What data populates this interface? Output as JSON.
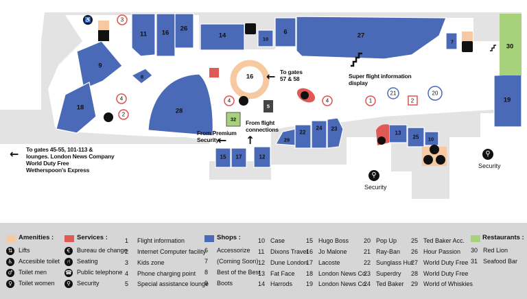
{
  "colors": {
    "shop": "#4a6ab8",
    "shop_edge": "#5a78c0",
    "floor": "#ffffff",
    "concourse_bg": "#e3e3e3",
    "amenity": "#f6c9a0",
    "service": "#e05a55",
    "restaurant": "#a7d17a",
    "legend_bg": "#d6d6d6",
    "circle_service_ring": "#e0504c",
    "circle_shop_ring": "#4a6ab8"
  },
  "map": {
    "shop_units": [
      "11",
      "16",
      "26",
      "14",
      "10",
      "6",
      "27",
      "9",
      "8",
      "18",
      "28",
      "16",
      "7",
      "19",
      "13",
      "25",
      "10",
      "29",
      "22",
      "24",
      "23",
      "15",
      "17",
      "12"
    ],
    "restaurant_units": [
      "30"
    ],
    "amenity_units": [
      "32"
    ],
    "special_unit": "5",
    "service_circles": [
      "3",
      "4",
      "4",
      "4",
      "1",
      "2",
      "2"
    ],
    "shop_circles": [
      "21",
      "20"
    ],
    "central_plaza_label": "16"
  },
  "annotations": {
    "gates_57_58": [
      "To gates",
      "57 & 58"
    ],
    "flight_info_display": [
      "Super flight information",
      "display"
    ],
    "from_premium": [
      "From Premium",
      "Security"
    ],
    "from_connections": [
      "From flight",
      "connections"
    ],
    "gates_west": [
      "To gates 45-55, 101-113 &",
      "lounges. London News Company",
      "World Duty Free",
      "Wetherspoon's Express"
    ],
    "security_1": "Security",
    "security_2": "Security"
  },
  "legend": {
    "amenities": {
      "heading": "Amenities :",
      "items": [
        "Lifts",
        "Accesible toilet",
        "Toilet men",
        "Toilet women"
      ],
      "icons": [
        "lifts-icon",
        "accessible-toilet-icon",
        "toilet-men-icon",
        "toilet-women-icon"
      ]
    },
    "services": {
      "heading": "Services :",
      "items": [
        "Bureau de change",
        "Seating",
        "Public telephone",
        "Security"
      ],
      "icons": [
        "bureau-de-change-icon",
        "seating-icon",
        "public-telephone-icon",
        "security-icon"
      ]
    },
    "services_numbered": [
      {
        "num": "1",
        "label": "Flight information"
      },
      {
        "num": "2",
        "label": "Internet Computer facility"
      },
      {
        "num": "3",
        "label": "Kids zone"
      },
      {
        "num": "4",
        "label": "Phone charging point"
      },
      {
        "num": "5",
        "label": "Special assistance lounge"
      }
    ],
    "shops": {
      "heading": "Shops :",
      "col1": [
        {
          "num": "6",
          "label": "Accessorize"
        },
        {
          "num": "7",
          "label": "(Coming Soon)"
        },
        {
          "num": "8",
          "label": "Best of the Best"
        },
        {
          "num": "9",
          "label": "Boots"
        }
      ],
      "col2": [
        {
          "num": "10",
          "label": "Case"
        },
        {
          "num": "11",
          "label": "Dixons Travel"
        },
        {
          "num": "12",
          "label": "Dune London"
        },
        {
          "num": "13",
          "label": "Fat Face"
        },
        {
          "num": "14",
          "label": "Harrods"
        }
      ],
      "col3": [
        {
          "num": "15",
          "label": "Hugo Boss"
        },
        {
          "num": "16",
          "label": "Jo Malone"
        },
        {
          "num": "17",
          "label": "Lacoste"
        },
        {
          "num": "18",
          "label": "London News Co."
        },
        {
          "num": "19",
          "label": "London News Co."
        }
      ],
      "col4": [
        {
          "num": "20",
          "label": "Pop Up"
        },
        {
          "num": "21",
          "label": "Ray-Ban"
        },
        {
          "num": "22",
          "label": "Sunglass Hut"
        },
        {
          "num": "23",
          "label": "Superdry"
        },
        {
          "num": "24",
          "label": "Ted Baker"
        }
      ],
      "col5": [
        {
          "num": "25",
          "label": "Ted Baker Acc."
        },
        {
          "num": "26",
          "label": "Hour Passion"
        },
        {
          "num": "27",
          "label": "World Duty Free"
        },
        {
          "num": "28",
          "label": "World Duty Free"
        },
        {
          "num": "29",
          "label": "World of Whiskies"
        }
      ]
    },
    "restaurants": {
      "heading": "Restaurants :",
      "items": [
        {
          "num": "30",
          "label": "Red Lion"
        },
        {
          "num": "31",
          "label": "Seafood Bar"
        }
      ]
    }
  }
}
